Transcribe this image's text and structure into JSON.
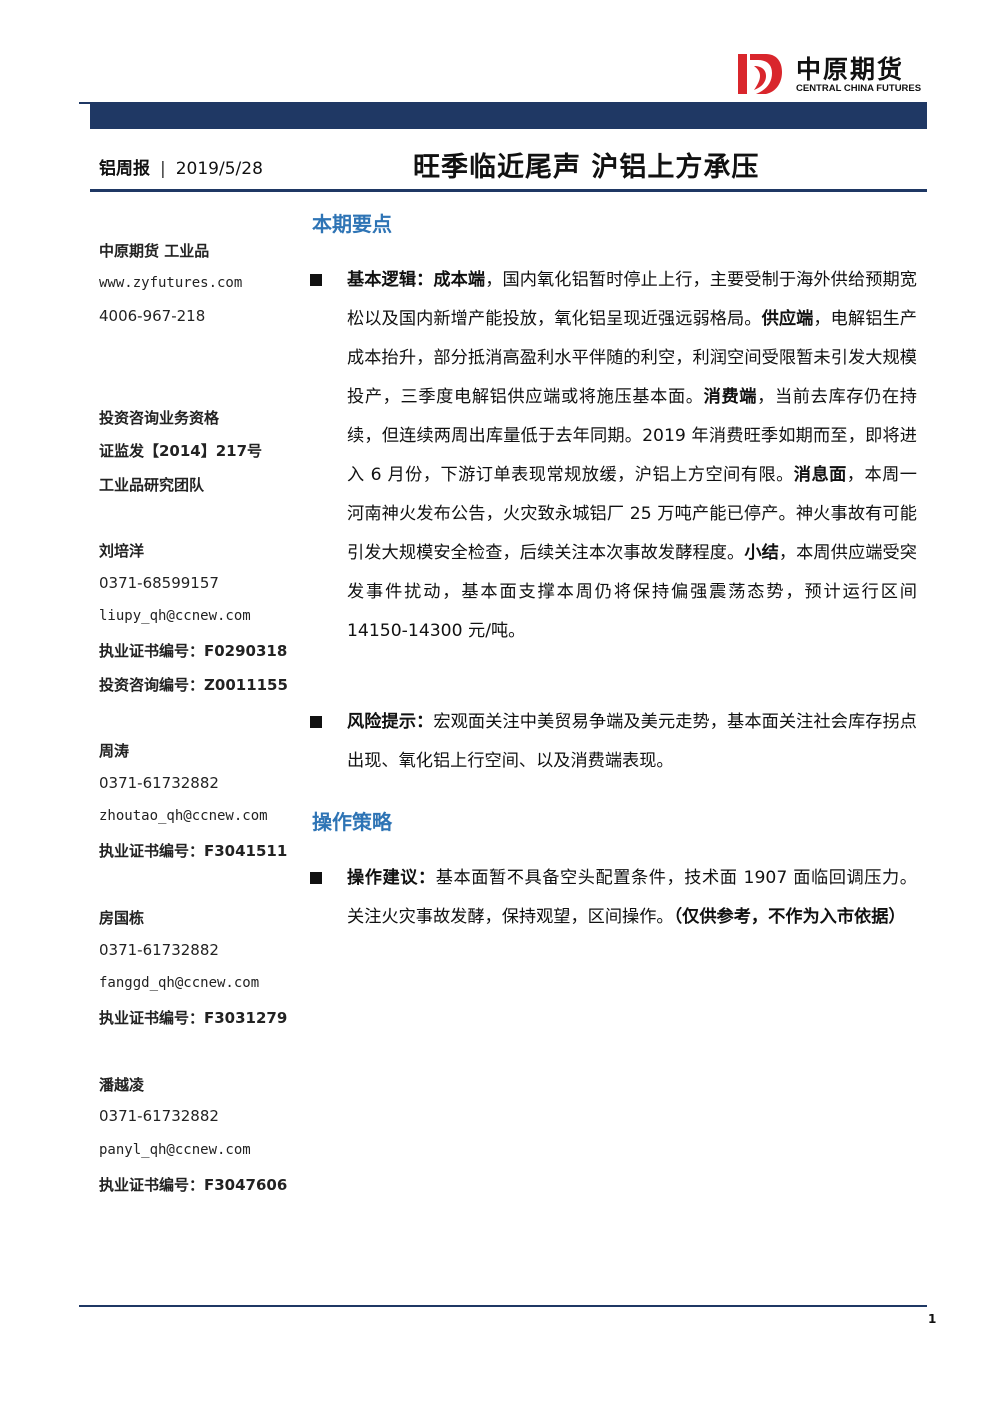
{
  "brand": {
    "name_cn": "中原期货",
    "name_en": "CENTRAL CHINA FUTURES",
    "logo_red": "#d9262c",
    "navy": "#1f3864",
    "heading_blue": "#2e74b5"
  },
  "header": {
    "series": "铝周报",
    "separator": "|",
    "date": "2019/5/28",
    "title": "旺季临近尾声 沪铝上方承压"
  },
  "sidebar": {
    "company": "中原期货 工业品",
    "website": "www.zyfutures.com",
    "phone": "4006-967-218",
    "qualification_title": "投资咨询业务资格",
    "qualification_no": "证监发【2014】217号",
    "team": "工业品研究团队",
    "analysts": [
      {
        "name": "刘培洋",
        "phone": "0371-68599157",
        "email": "liupy_qh@ccnew.com",
        "cert": "执业证书编号：F0290318",
        "advisory": "投资咨询编号：Z0011155"
      },
      {
        "name": "周涛",
        "phone": "0371-61732882",
        "email": "zhoutao_qh@ccnew.com",
        "cert": "执业证书编号：F3041511"
      },
      {
        "name": "房国栋",
        "phone": "0371-61732882",
        "email": "fanggd_qh@ccnew.com",
        "cert": "执业证书编号：F3031279"
      },
      {
        "name": "潘越凌",
        "phone": "0371-61732882",
        "email": "panyl_qh@ccnew.com",
        "cert": "执业证书编号：F3047606"
      }
    ]
  },
  "sections": {
    "highlights_title": "本期要点",
    "strategy_title": "操作策略"
  },
  "logic": {
    "label": "基本逻辑：",
    "cost_label": "成本端",
    "cost_text": "，国内氧化铝暂时停止上行，主要受制于海外供给预期宽松以及国内新增产能投放，氧化铝呈现近强远弱格局。",
    "supply_label": "供应端",
    "supply_text": "，电解铝生产成本抬升，部分抵消高盈利水平伴随的利空，利润空间受限暂未引发大规模投产，三季度电解铝供应端或将施压基本面。",
    "consume_label": "消费端",
    "consume_text": "，当前去库存仍在持续，但连续两周出库量低于去年同期。2019 年消费旺季如期而至，即将进入 6 月份，下游订单表现常规放缓，沪铝上方空间有限。",
    "news_label": "消息面",
    "news_text": "，本周一河南神火发布公告，火灾致永城铝厂 25 万吨产能已停产。神火事故有可能引发大规模安全检查，后续关注本次事故发酵程度。",
    "summary_label": "小结",
    "summary_text": "，本周供应端受突发事件扰动，基本面支撑本周仍将保持偏强震荡态势，预计运行区间 14150-14300 元/吨。"
  },
  "risk": {
    "label": "风险提示：",
    "text": "宏观面关注中美贸易争端及美元走势，基本面关注社会库存拐点出现、氧化铝上行空间、以及消费端表现。"
  },
  "advice": {
    "label": "操作建议：",
    "text": "基本面暂不具备空头配置条件，技术面 1907 面临回调压力。关注火灾事故发酵，保持观望，区间操作。",
    "disclaimer": "（仅供参考，不作为入市依据）"
  },
  "footer": {
    "page": "1"
  }
}
